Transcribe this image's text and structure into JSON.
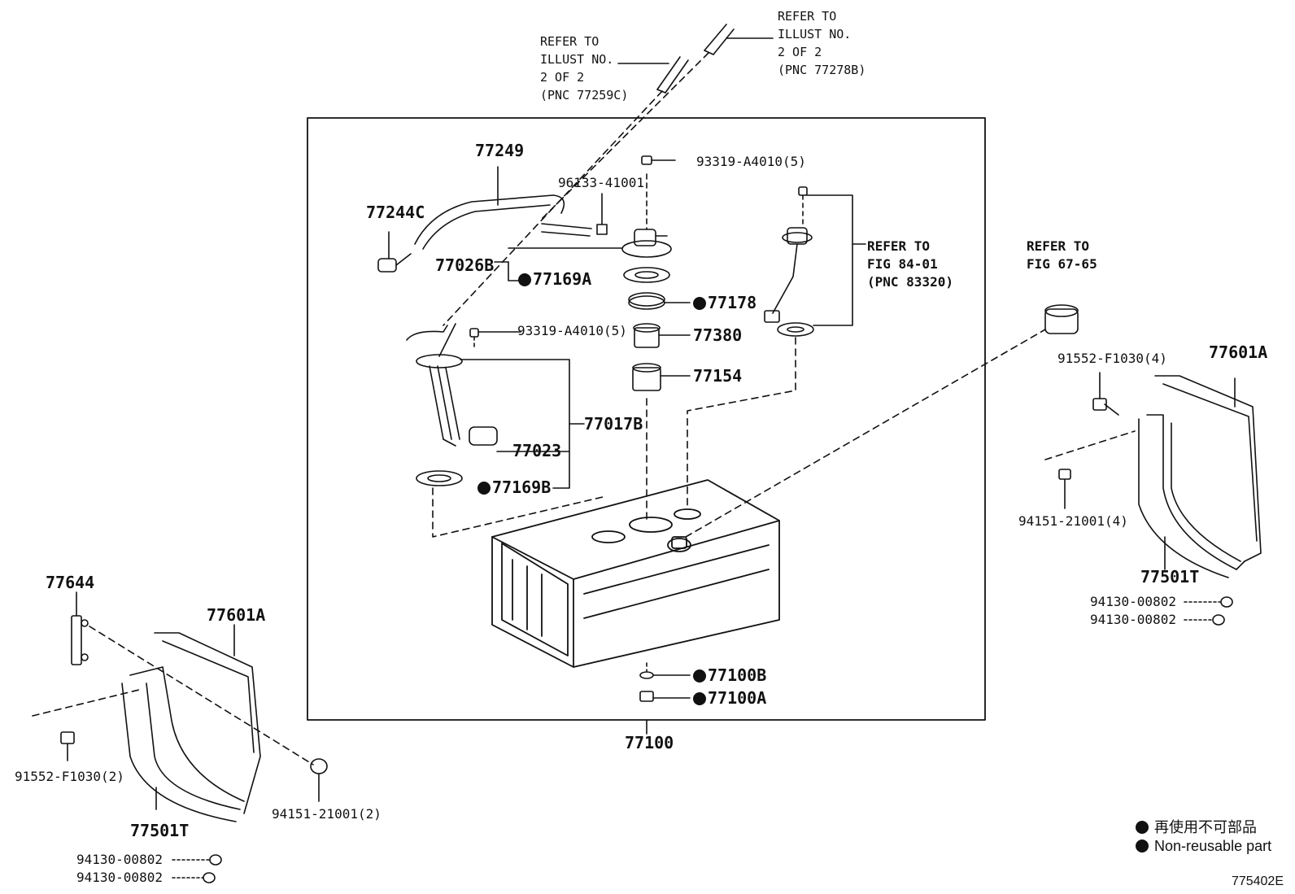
{
  "refs": {
    "illust_c": [
      "REFER TO",
      "ILLUST NO.",
      "2 OF 2",
      "(PNC 77259C)"
    ],
    "illust_b": [
      "REFER TO",
      "ILLUST NO.",
      "2 OF 2",
      "(PNC 77278B)"
    ],
    "fig84": [
      "REFER TO",
      "FIG 84-01",
      "(PNC 83320)"
    ],
    "fig67": [
      "REFER TO",
      "FIG 67-65"
    ]
  },
  "parts": {
    "p77249": "77249",
    "p77244C": "77244C",
    "p96133": "96133-41001",
    "p93319_top": "93319-A4010(5)",
    "p77026B": "77026B",
    "p77169A": "77169A",
    "p77178": "77178",
    "p93319_mid": "93319-A4010(5)",
    "p77380": "77380",
    "p77154": "77154",
    "p77017B": "77017B",
    "p77023": "77023",
    "p77169B": "77169B",
    "p77100B": "77100B",
    "p77100A": "77100A",
    "p77100": "77100",
    "p91552_r": "91552-F1030(4)",
    "p77601A_r": "77601A",
    "p94151_r": "94151-21001(4)",
    "p77501T_r": "77501T",
    "p94130_r1": "94130-00802",
    "p94130_r2": "94130-00802",
    "p77644": "77644",
    "p77601A_l": "77601A",
    "p91552_l": "91552-F1030(2)",
    "p77501T_l": "77501T",
    "p94151_l": "94151-21001(2)",
    "p94130_l1": "94130-00802",
    "p94130_l2": "94130-00802"
  },
  "legend": {
    "jp": "再使用不可部品",
    "en": "Non-reusable part"
  },
  "figure_code": "775402E"
}
